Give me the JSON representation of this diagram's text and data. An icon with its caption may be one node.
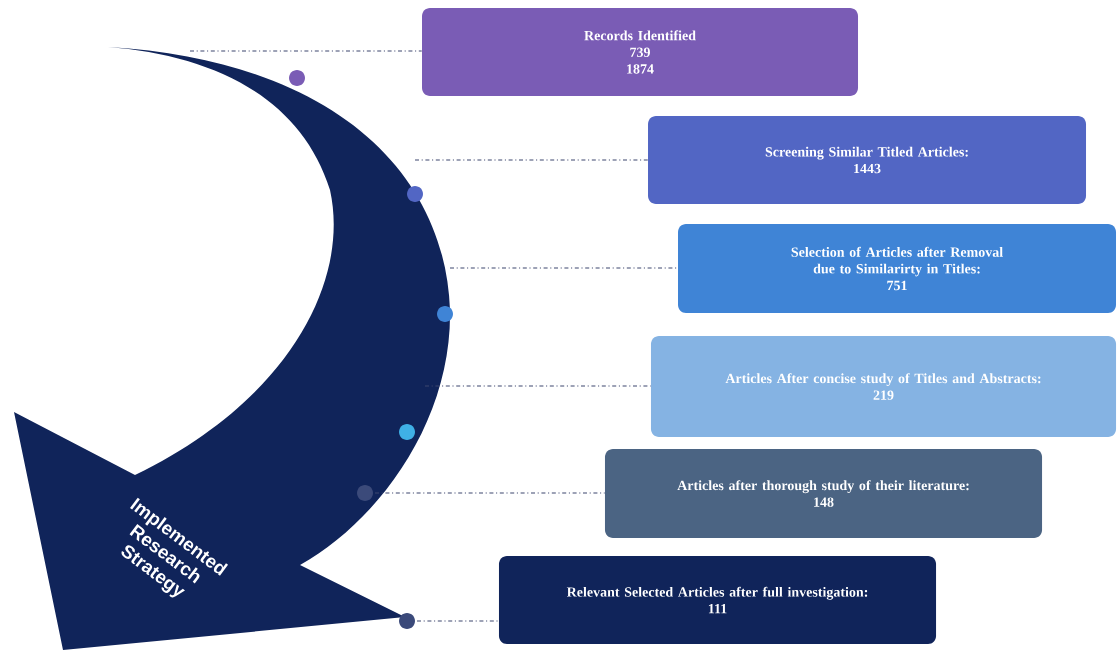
{
  "diagram": {
    "nodes": [
      {
        "text": [
          "Implemented Research Strategy"
        ]
      },
      {
        "text": [
          "Records Identified",
          "739",
          "1874"
        ]
      },
      {
        "text": [
          "Screening Similar Titled Articles:",
          "1443"
        ]
      },
      {
        "text": [
          "Selection of Articles after Removal due to Similarirty in Titles:",
          "751"
        ]
      },
      {
        "text": [
          "Articles After concise study of Titles and Abstracts:",
          "219"
        ]
      },
      {
        "text": [
          "Articles after thorough study of their literature:",
          "148"
        ]
      },
      {
        "text": [
          "Relevant Selected Articles after full investigation:",
          "111"
        ]
      }
    ],
    "edges": [
      {
        "from": 0,
        "to": 1,
        "arrow": "none"
      },
      {
        "from": 0,
        "to": 2,
        "arrow": "none"
      },
      {
        "from": 0,
        "to": 3,
        "arrow": "none"
      },
      {
        "from": 0,
        "to": 4,
        "arrow": "none"
      },
      {
        "from": 0,
        "to": 5,
        "arrow": "none"
      },
      {
        "from": 0,
        "to": 6,
        "arrow": "none"
      }
    ]
  }
}
